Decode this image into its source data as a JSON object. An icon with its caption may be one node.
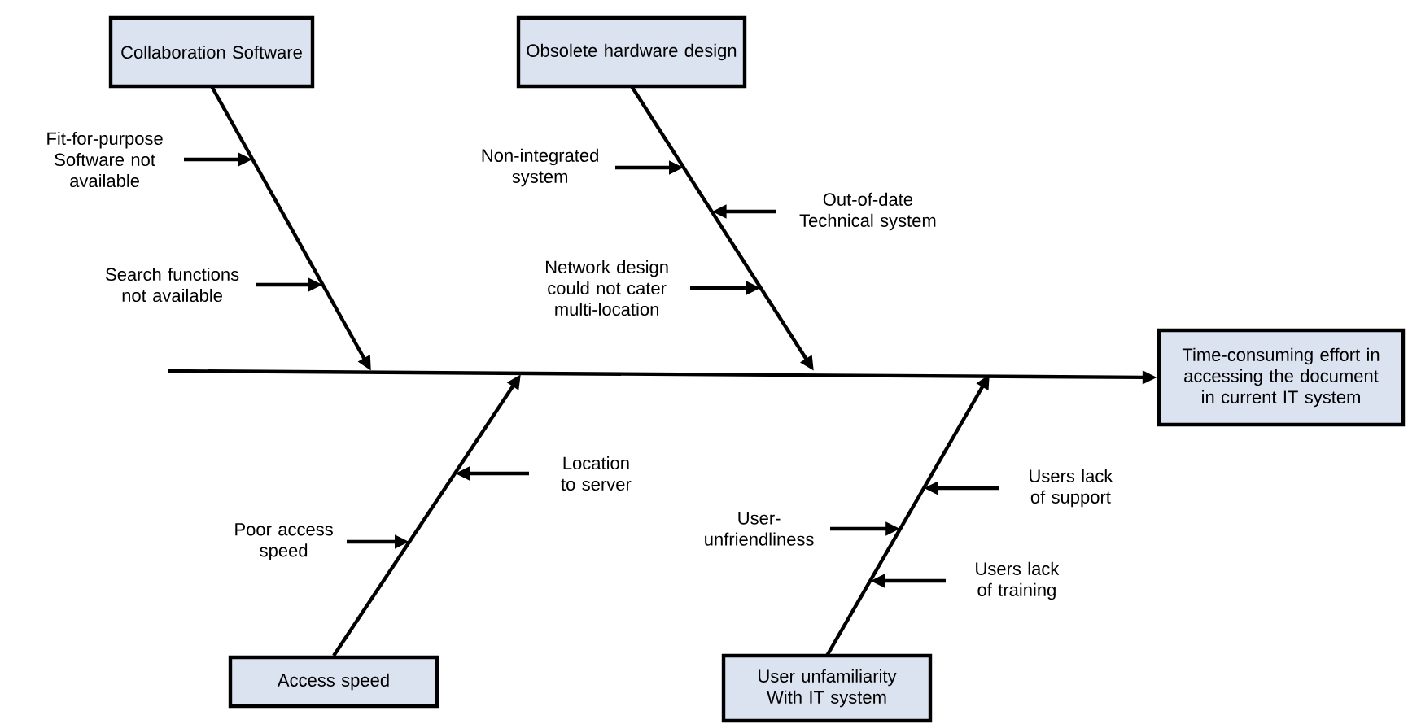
{
  "diagram": {
    "nodes": [
      {
        "text": [
          "Collaboration Software"
        ]
      },
      {
        "text": [
          "Obsolete hardware design"
        ]
      },
      {
        "text": [
          "Access speed"
        ]
      },
      {
        "text": [
          "User unfamiliarity With IT system"
        ]
      },
      {
        "text": [
          "Time-consuming effort in accessing the document in current IT system"
        ]
      },
      {
        "text": [
          "Fit-for-purpose Software not available"
        ]
      },
      {
        "text": [
          "Search functions not available"
        ]
      },
      {
        "text": [
          "Non-integrated system"
        ]
      },
      {
        "text": [
          "Out-of-date Technical system"
        ]
      },
      {
        "text": [
          "Network design could not cater multi-location"
        ]
      },
      {
        "text": [
          "Location to server"
        ]
      },
      {
        "text": [
          "Poor access speed"
        ]
      },
      {
        "text": [
          "User-unfriendliness"
        ]
      },
      {
        "text": [
          "Users lack of support"
        ]
      },
      {
        "text": [
          "Users lack of training"
        ]
      }
    ],
    "edges": [
      {
        "from": null,
        "to": 4,
        "arrow": "to"
      },
      {
        "from": 0,
        "to": null,
        "arrow": "to"
      },
      {
        "from": 1,
        "to": null,
        "arrow": "to"
      },
      {
        "from": 2,
        "to": null,
        "arrow": "to"
      },
      {
        "from": 3,
        "to": null,
        "arrow": "to"
      },
      {
        "from": 5,
        "to": null,
        "arrow": "to"
      },
      {
        "from": 6,
        "to": null,
        "arrow": "to"
      },
      {
        "from": 7,
        "to": null,
        "arrow": "to"
      },
      {
        "from": 8,
        "to": null,
        "arrow": "to"
      },
      {
        "from": 9,
        "to": null,
        "arrow": "to"
      },
      {
        "from": 10,
        "to": null,
        "arrow": "to"
      },
      {
        "from": 11,
        "to": null,
        "arrow": "to"
      },
      {
        "from": 12,
        "to": null,
        "arrow": "to"
      },
      {
        "from": 13,
        "to": null,
        "arrow": "to"
      },
      {
        "from": 14,
        "to": null,
        "arrow": "to"
      }
    ]
  }
}
